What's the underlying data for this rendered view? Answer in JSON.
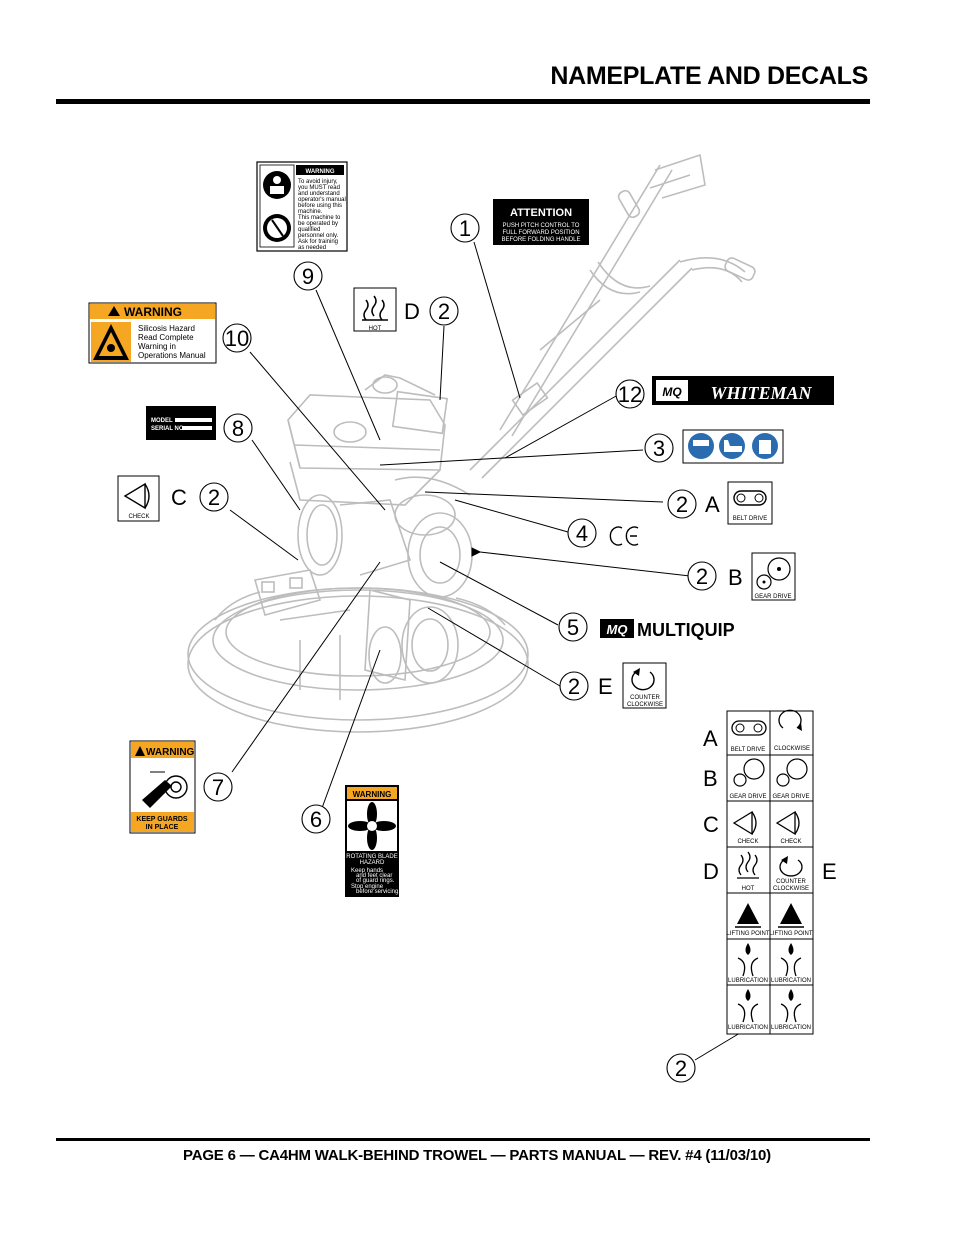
{
  "page": {
    "title": "NAMEPLATE AND DECALS",
    "footer": "PAGE 6 — CA4HM WALK-BEHIND TROWEL — PARTS MANUAL — REV. #4 (11/03/10)"
  },
  "callouts": {
    "c1": "1",
    "c2_top": "2",
    "c3": "3",
    "c4": "4",
    "c5": "5",
    "c6": "6",
    "c7": "7",
    "c8": "8",
    "c9": "9",
    "c10": "10",
    "c12": "12",
    "c2_a": "2",
    "c2_b": "2",
    "c2_c": "2",
    "c2_e": "2",
    "c2_bottom": "2"
  },
  "letters": {
    "a": "A",
    "b": "B",
    "c": "C",
    "d": "D",
    "e": "E"
  },
  "decals": {
    "attention": {
      "header": "ATTENTION",
      "line1": "PUSH PITCH CONTROL TO",
      "line2": "FULL FORWARD POSITION",
      "line3": "BEFORE FOLDING HANDLE"
    },
    "warning_manual": {
      "header": "WARNING",
      "line1": "To avoid injury,",
      "line2": "you MUST read",
      "line3": "and understand",
      "line4": "operator's manual",
      "line5": "before using this",
      "line6": "machine.",
      "line7": "This machine to",
      "line8": "be operated by",
      "line9": "qualified",
      "line10": "personnel only.",
      "line11": "Ask for training",
      "line12": "as needed"
    },
    "silicosis": {
      "header": "WARNING",
      "line1": "Silicosis Hazard",
      "line2": "Read Complete",
      "line3": "Warning in",
      "line4": "Operations Manual"
    },
    "nameplate": {
      "model": "MODEL",
      "serial": "SERIAL NO."
    },
    "hot": "HOT",
    "check": "CHECK",
    "belt_drive": "BELT DRIVE",
    "gear_drive": "GEAR DRIVE",
    "counter_clockwise_1": "COUNTER",
    "counter_clockwise_2": "CLOCKWISE",
    "whiteman": "WHITEMAN",
    "mq": "MQ",
    "multiquip": "MULTIQUIP",
    "keep_guards": {
      "header": "WARNING",
      "line1": "KEEP GUARDS",
      "line2": "IN PLACE"
    },
    "rotating_blade": {
      "header": "WARNING",
      "line1": "ROTATING BLADE",
      "line2": "HAZARD",
      "b1": "Keep hands",
      "b1b": "and feet clear",
      "b1c": "of guard rings.",
      "b2": "Stop engine",
      "b2b": "before servicing."
    }
  },
  "legend_grid": {
    "rows": [
      {
        "letter": "A",
        "left": "BELT DRIVE",
        "right": "CLOCKWISE"
      },
      {
        "letter": "B",
        "left": "GEAR DRIVE",
        "right": "GEAR DRIVE"
      },
      {
        "letter": "C",
        "left": "CHECK",
        "right": "CHECK"
      },
      {
        "letter": "D",
        "left": "HOT",
        "right_1": "COUNTER",
        "right_2": "CLOCKWISE",
        "right_letter": "E"
      },
      {
        "left": "LIFTING  POINT",
        "right": "LIFTING  POINT"
      },
      {
        "left": "LUBRICATION",
        "right": "LUBRICATION"
      },
      {
        "left": "LUBRICATION",
        "right": "LUBRICATION"
      }
    ]
  }
}
